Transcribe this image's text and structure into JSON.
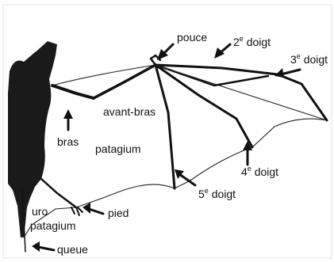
{
  "labels": {
    "pouce": "pouce",
    "doigt2_num": "2",
    "doigt2_sup": "e",
    "doigt2_word": " doigt",
    "doigt3_num": "3",
    "doigt3_sup": "e",
    "doigt3_word": " doigt",
    "avant_bras": "avant-bras",
    "bras": "bras",
    "patagium": "patagium",
    "doigt4_num": "4",
    "doigt4_sup": "e",
    "doigt4_word": " doigt",
    "doigt5_num": "5",
    "doigt5_sup": "e",
    "doigt5_word": " doigt",
    "uro": "uro",
    "uro_patagium": "patagium",
    "pied": "pied",
    "queue": "queue"
  }
}
